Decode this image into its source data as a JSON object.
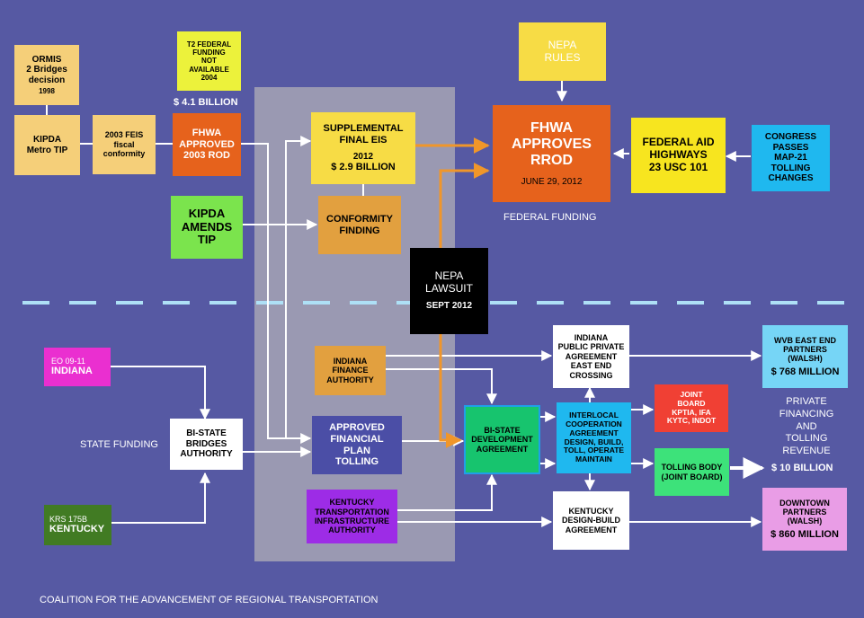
{
  "colors": {
    "background": "#5659a3",
    "panel": "#9a99b2",
    "divider": "#aee0f6",
    "arrow": "#ffffff",
    "funding_arrow": "#f0962a"
  },
  "top": {
    "ormis": {
      "line1": "ORMIS",
      "line2": "2 Bridges",
      "line3": "decision",
      "line4": "1998"
    },
    "t2": {
      "line1": "T2 FEDERAL",
      "line2": "FUNDING",
      "line3": "NOT",
      "line4": "AVAILABLE",
      "line5": "2004"
    },
    "t2_amount": "$ 4.1 BILLION",
    "kipda_metro": {
      "line1": "KIPDA",
      "line2": "Metro TIP"
    },
    "feis": {
      "line1": "2003 FEIS",
      "line2": "fiscal",
      "line3": "conformity"
    },
    "fhwa_rod": {
      "line1": "FHWA",
      "line2": "APPROVED",
      "line3": "2003 ROD"
    },
    "supplemental": {
      "line1": "SUPPLEMENTAL",
      "line2": "FINAL EIS",
      "line3": "2012",
      "line4": "$ 2.9 BILLION"
    },
    "nepa_rules": {
      "line1": "NEPA",
      "line2": "RULES"
    },
    "fhwa_rrod": {
      "line1": "FHWA",
      "line2": "APPROVES",
      "line3": "RROD",
      "line4": "JUNE 29, 2012"
    },
    "federal_funding_label": "FEDERAL FUNDING",
    "federal_aid": {
      "line1": "FEDERAL AID",
      "line2": "HIGHWAYS",
      "line3": "23 USC 101"
    },
    "congress": {
      "line1": "CONGRESS",
      "line2": "PASSES",
      "line3": "MAP-21",
      "line4": "TOLLING",
      "line5": "CHANGES"
    },
    "kipda_amends": {
      "line1": "KIPDA",
      "line2": "AMENDS",
      "line3": "TIP"
    },
    "conformity": {
      "line1": "CONFORMITY",
      "line2": "FINDING"
    }
  },
  "center": {
    "nepa_lawsuit": {
      "line1": "NEPA",
      "line2": "LAWSUIT",
      "line3": "SEPT 2012"
    }
  },
  "bottom": {
    "eo": {
      "line1": "EO 09-11",
      "line2": "INDIANA"
    },
    "state_funding_label": "STATE FUNDING",
    "bi_state_bridges": {
      "line1": "BI-STATE",
      "line2": "BRIDGES",
      "line3": "AUTHORITY"
    },
    "krs": {
      "line1": "KRS 175B",
      "line2": "KENTUCKY"
    },
    "indiana_finance": {
      "line1": "INDIANA",
      "line2": "FINANCE",
      "line3": "AUTHORITY"
    },
    "approved_plan": {
      "line1": "APPROVED",
      "line2": "FINANCIAL",
      "line3": "PLAN",
      "line4": "TOLLING"
    },
    "kytc_authority": {
      "line1": "KENTUCKY",
      "line2": "TRANSPORTATION",
      "line3": "INFRASTRUCTURE",
      "line4": "AUTHORITY"
    },
    "bi_state_dev": {
      "line1": "BI-STATE",
      "line2": "DEVELOPMENT",
      "line3": "AGREEMENT"
    },
    "indiana_ppa": {
      "line1": "INDIANA",
      "line2": "PUBLIC PRIVATE",
      "line3": "AGREEMENT",
      "line4": "EAST END",
      "line5": "CROSSING"
    },
    "interlocal": {
      "line1": "INTERLOCAL",
      "line2": "COOPERATION",
      "line3": "AGREEMENT",
      "line4": "DESIGN, BUILD,",
      "line5": "TOLL, OPERATE",
      "line6": "MAINTAIN"
    },
    "joint_board": {
      "line1": "JOINT",
      "line2": "BOARD",
      "line3": "KPTIA, IFA",
      "line4": "KYTC, INDOT"
    },
    "tolling_body": {
      "line1": "TOLLING BODY",
      "line2": "(JOINT BOARD)"
    },
    "ky_design_build": {
      "line1": "KENTUCKY",
      "line2": "DESIGN-BUILD",
      "line3": "AGREEMENT"
    },
    "wvb": {
      "line1": "WVB EAST END",
      "line2": "PARTNERS",
      "line3": "(WALSH)",
      "line4": "$ 768 MILLION"
    },
    "downtown": {
      "line1": "DOWNTOWN",
      "line2": "PARTNERS",
      "line3": "(WALSH)",
      "line4": "$ 860 MILLION"
    },
    "private_financing": {
      "line1": "PRIVATE",
      "line2": "FINANCING",
      "line3": "AND",
      "line4": "TOLLING",
      "line5": "REVENUE"
    },
    "ten_billion": "$ 10 BILLION"
  },
  "footer": "COALITION FOR THE ADVANCEMENT OF REGIONAL TRANSPORTATION"
}
